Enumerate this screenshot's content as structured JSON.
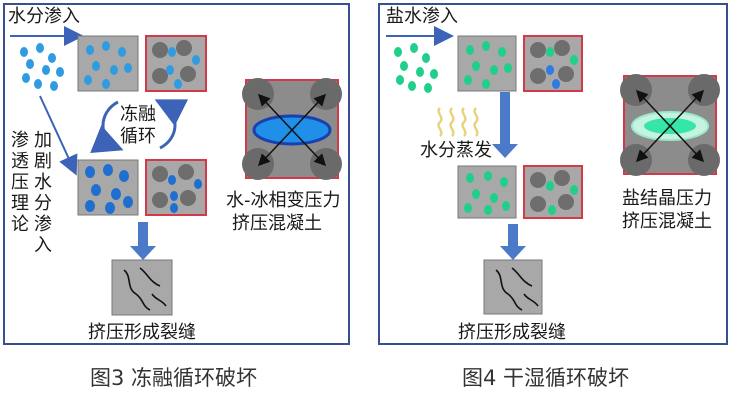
{
  "figure3": {
    "input_label": "水分渗入",
    "cycle_label_line1": "冻融",
    "cycle_label_line2": "循环",
    "side_col1": "渗透压理论",
    "side_col2": "加剧水分渗入",
    "pressure_line1": "水-冰相变压力",
    "pressure_line2": "挤压混凝土",
    "result_label": "挤压形成裂缝",
    "caption": "图3 冻融循环破坏"
  },
  "figure4": {
    "input_label": "盐水渗入",
    "evap_label": "水分蒸发",
    "pressure_line1": "盐结晶压力",
    "pressure_line2": "挤压混凝土",
    "result_label": "挤压形成裂缝",
    "caption": "图4 干湿循环破坏"
  },
  "colors": {
    "frame": "#3a4f8f",
    "arrow_blue": "#4a7ac8",
    "grey_block": "#a8a8a8",
    "dark_grey": "#6e6e6e",
    "red_border": "#d23a4a",
    "water_blue": "#2f9be0",
    "salt_green": "#1fcf8a",
    "ice_blue": "#1f8fe8",
    "salt_crystal": "#35e6a8"
  }
}
